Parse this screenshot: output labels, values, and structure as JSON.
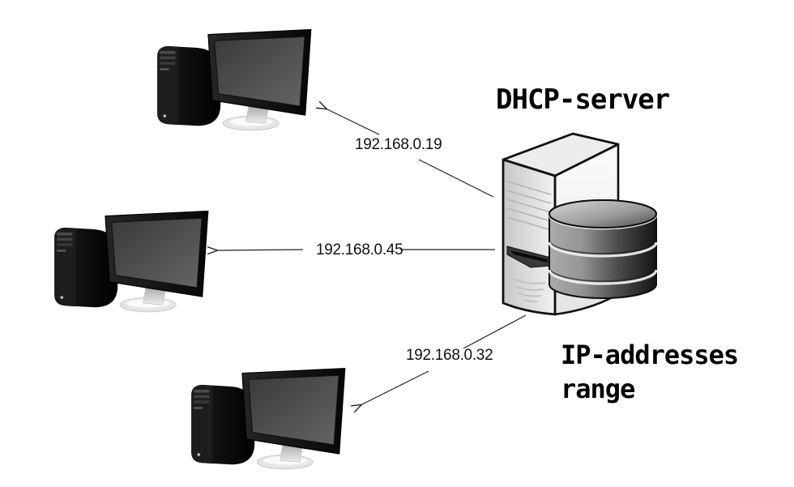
{
  "diagram": {
    "title": "DHCP-server",
    "range_label": {
      "line1": "IP-addresses",
      "line2": "range"
    },
    "assignments": [
      {
        "client": "client-computer-1",
        "ip": "192.168.0.19"
      },
      {
        "client": "client-computer-2",
        "ip": "192.168.0.45"
      },
      {
        "client": "client-computer-3",
        "ip": "192.168.0.32"
      }
    ],
    "icons": {
      "server": "server-tower-with-database-icon",
      "client": "desktop-computer-icon"
    },
    "colors": {
      "background": "#ffffff",
      "text": "#000000",
      "arrow": "#222222",
      "server_body": "#efefef",
      "database_dark": "#161616",
      "computer_body": "#0d0d0d"
    }
  }
}
